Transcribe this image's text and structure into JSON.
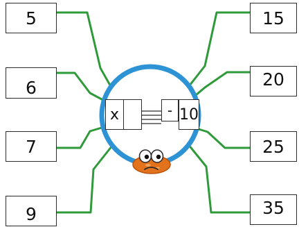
{
  "colors": {
    "leg": "#2f9a3a",
    "ring": "#2d93d5",
    "body": "#e2721c",
    "box_border": "#2b2b2b"
  },
  "left_numbers": [
    "5",
    "6",
    "7",
    "9"
  ],
  "right_numbers": [
    "15",
    "20",
    "25",
    "35"
  ],
  "equation": {
    "variable": "x",
    "input_slot": "",
    "operator": "-",
    "operand": "10"
  },
  "critter": {
    "eyes_icon": "googly-eyes-icon",
    "mouth_icon": "frown-mouth-icon"
  }
}
